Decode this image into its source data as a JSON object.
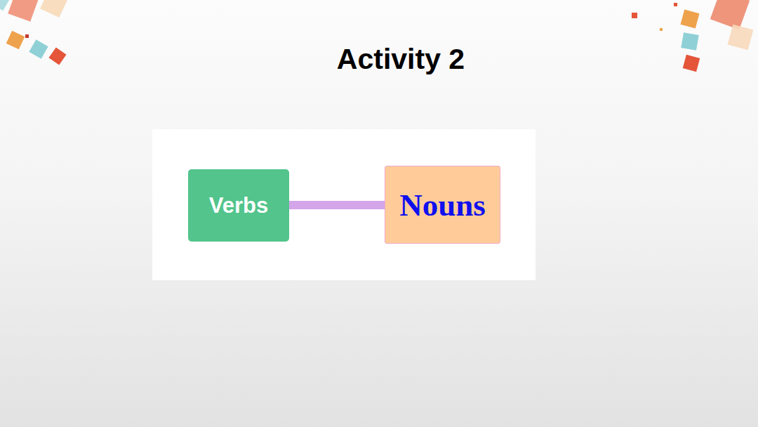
{
  "diagram": {
    "title": "Activity 2",
    "nodes": [
      {
        "text": [
          "Verbs"
        ]
      },
      {
        "text": [
          "Nouns"
        ]
      }
    ],
    "edges": [
      {
        "from": 0,
        "to": 1,
        "arrow": "none"
      }
    ]
  }
}
